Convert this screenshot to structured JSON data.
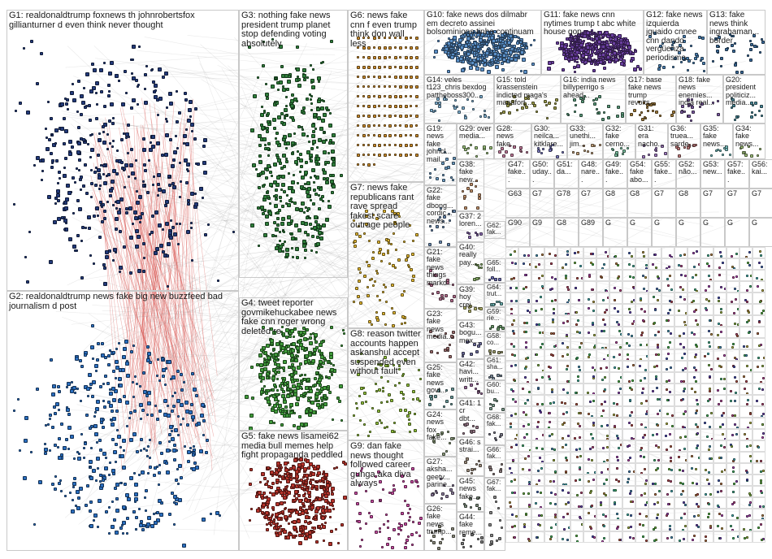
{
  "groups": [
    {
      "id": "G1",
      "label": "G1: realdonaldtrump foxnews th johnrobertsfox gillianturner d even think never thought",
      "color": "#233a7a"
    },
    {
      "id": "G2",
      "label": "G2: realdonaldtrump news fake big new buzzfeed bad journalism d post",
      "color": "#2a6ebf"
    },
    {
      "id": "G3",
      "label": "G3: nothing fake news president trump planet stop defending voting absolutely",
      "color": "#2e7d3a"
    },
    {
      "id": "G4",
      "label": "G4: tweet reporter govmikehuckabee news fake cnn roger wrong deleted re",
      "color": "#3f9a3a"
    },
    {
      "id": "G5",
      "label": "G5: fake news lisamei62 media bull memes help fight propaganda peddled",
      "color": "#b5332b"
    },
    {
      "id": "G6",
      "label": "G6: news fake cnn f even trump think don wall less",
      "color": "#c98a2a"
    },
    {
      "id": "G7",
      "label": "G7: news fake republicans rant rave spread fakest scare outrage people",
      "color": "#e0b531"
    },
    {
      "id": "G8",
      "label": "G8: reason twitter accounts happen askanshul accept suspended even without fault",
      "color": "#8fbf3a"
    },
    {
      "id": "G9",
      "label": "G9: dan fake news thought followed career gunga aka diva always",
      "color": "#c54aa0"
    },
    {
      "id": "G10",
      "label": "G10: fake news dos dilmabr em decreto assinei bolsominions tinha continuam",
      "color": "#5a8fc7"
    },
    {
      "id": "G11",
      "label": "G11: fake news cnn nytimes trump t abc white house gop",
      "color": "#6a3fa0"
    },
    {
      "id": "G12",
      "label": "G12: fake news izquierda jguaido cnnee cnn dando vergüenza periodismo...",
      "color": "#4a7fb0"
    },
    {
      "id": "G13",
      "label": "G13: fake news think ingrahaman... border",
      "color": "#3a6a9a"
    },
    {
      "id": "G14",
      "label": "G14: veles t123_chris bexdog pattheboss300...",
      "color": "#7fb0d0"
    },
    {
      "id": "G15",
      "label": "G15: told krassenstein indicted maga's manafort...",
      "color": "#9a9a4a"
    },
    {
      "id": "G16",
      "label": "G16: india news billyperrigo s ahead...",
      "color": "#5a9a7a"
    },
    {
      "id": "G17",
      "label": "G17: base fake news trump revolts...",
      "color": "#a07a3a"
    },
    {
      "id": "G18",
      "label": "G18: fake news enemies... india real...",
      "color": "#7a5aa0"
    },
    {
      "id": "G20",
      "label": "G20: president politiciz... media...",
      "color": "#4a8a9a"
    },
    {
      "id": "G19",
      "label": "G19: news fake johncl... mail...",
      "color": "#6a9ac0"
    },
    {
      "id": "G29",
      "label": "G29: over media...",
      "color": "#9ac07a"
    },
    {
      "id": "G28",
      "label": "G28: news fake...",
      "color": "#c07a9a"
    },
    {
      "id": "G30",
      "label": "G30: neilca... kitklare...",
      "color": "#7a7ac0"
    },
    {
      "id": "G33",
      "label": "G33: unethi... jim...",
      "color": "#c0a07a"
    },
    {
      "id": "G32",
      "label": "G32: fake cerno...",
      "color": "#7ac0a0"
    },
    {
      "id": "G31",
      "label": "G31: era nacho...",
      "color": "#a07ac0"
    },
    {
      "id": "G36",
      "label": "G36: truea... sarde...",
      "color": "#c07a7a"
    },
    {
      "id": "G35",
      "label": "G35: fake news...",
      "color": "#7ac0c0"
    },
    {
      "id": "G34",
      "label": "G34: fake news...",
      "color": "#a0c07a"
    },
    {
      "id": "G22",
      "label": "G22: fake dbong... cordic... news...",
      "color": "#6a8ab0"
    },
    {
      "id": "G38",
      "label": "G38: fake new...",
      "color": "#c0906a"
    },
    {
      "id": "G37",
      "label": "G37: 2 loren...",
      "color": "#8a6ab0"
    },
    {
      "id": "G62",
      "label": "G62: fak...",
      "color": "#6ab08a"
    },
    {
      "id": "G21",
      "label": "G21: fake news things markd...",
      "color": "#b06a8a"
    },
    {
      "id": "G40",
      "label": "G40: really pay...",
      "color": "#8ab06a"
    },
    {
      "id": "G65",
      "label": "G65: foll...",
      "color": "#6a6ab0"
    },
    {
      "id": "G39",
      "label": "G39: hoy crei...",
      "color": "#b0b06a"
    },
    {
      "id": "G64",
      "label": "G64: trut...",
      "color": "#6ab0b0"
    },
    {
      "id": "G23",
      "label": "G23: fake news media...",
      "color": "#9a6a6a"
    },
    {
      "id": "G59",
      "label": "G59: rie...",
      "color": "#6a9a6a"
    },
    {
      "id": "G43",
      "label": "G43: bogu... mex...",
      "color": "#6a6a9a"
    },
    {
      "id": "G58",
      "label": "G58: co...",
      "color": "#9a9a6a"
    },
    {
      "id": "G25",
      "label": "G25: fake news govt...",
      "color": "#6a9a9a"
    },
    {
      "id": "G42",
      "label": "G42: havi... writt...",
      "color": "#9a6a9a"
    },
    {
      "id": "G61",
      "label": "G61: sha...",
      "color": "#7a8a9a"
    },
    {
      "id": "G24",
      "label": "G24: news fox fake...",
      "color": "#8a9a7a"
    },
    {
      "id": "G41",
      "label": "G41: 1 cr dbt...",
      "color": "#9a7a8a"
    },
    {
      "id": "G60",
      "label": "G60: bu...",
      "color": "#7a9a8a"
    },
    {
      "id": "G27",
      "label": "G27: aksha... geetv... parine...",
      "color": "#8a7a9a"
    },
    {
      "id": "G46",
      "label": "G46: s strai...",
      "color": "#9a8a7a"
    },
    {
      "id": "G68",
      "label": "G68: fak...",
      "color": "#7a7a8a"
    },
    {
      "id": "G26",
      "label": "G26: fake news trump...",
      "color": "#8a8a7a"
    },
    {
      "id": "G45",
      "label": "G45: news fake...",
      "color": "#7a8a7a"
    },
    {
      "id": "G66",
      "label": "G66: fak...",
      "color": "#8a7a7a"
    },
    {
      "id": "G44",
      "label": "G44: fake reme...",
      "color": "#7a7a7a"
    },
    {
      "id": "G67",
      "label": "G67: fak...",
      "color": "#888888"
    }
  ],
  "small_grid_labels": [
    [
      "G47: fake...",
      "G50: uday...",
      "G51: da...",
      "G48: nare...",
      "G49: fake...",
      "G54: fake abo...",
      "G55: fake...",
      "G52: não...",
      "G53: new...",
      "G57: fake...",
      "G56: kai..."
    ],
    [
      "G63",
      "G7",
      "G78",
      "G7",
      "G8",
      "G8",
      "G7",
      "G8",
      "G7",
      "G7",
      "G7"
    ],
    [
      "G90",
      "G9",
      "G8",
      "G89",
      "G",
      "G",
      "G",
      "G",
      "G",
      "G",
      "G"
    ]
  ]
}
